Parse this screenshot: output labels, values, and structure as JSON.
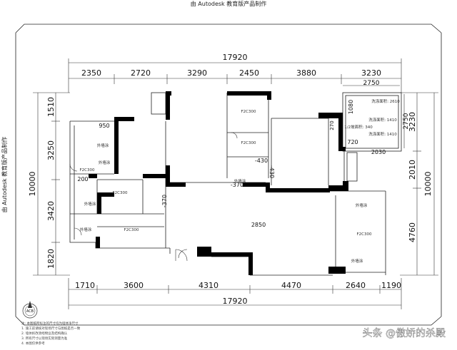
{
  "watermark": {
    "top": "由 Autodesk 教育版产品制作",
    "left": "由 Autodesk 教育版产品制作"
  },
  "dimensions": {
    "top_total": "17920",
    "top_segments": [
      "2350",
      "2720",
      "3290",
      "2450",
      "3880",
      "3230"
    ],
    "top_sub": "2750",
    "bottom_total": "17920",
    "bottom_segments": [
      "1710",
      "3600",
      "4310",
      "4470",
      "2640",
      "1190"
    ],
    "left_total": "10000",
    "left_segments": [
      "1510",
      "3250",
      "3420",
      "1820"
    ],
    "right_total": "10000",
    "right_segments": [
      "3230",
      "2010",
      "4760"
    ],
    "right_inner": "2750"
  },
  "annotations": {
    "w950": "950",
    "w200": "200",
    "m430": "-430",
    "m430b": "-430",
    "m370a": "-370",
    "m370b": "-370",
    "h2850": "2850",
    "d1080": "1080",
    "d270": "270",
    "d720": "720",
    "d2030": "2030"
  },
  "room_labels": [
    "F2C300",
    "F2C300",
    "F2C300",
    "F2C300",
    "F2C300",
    "F2C300",
    "外墙涂",
    "外墙涂",
    "外墙涂",
    "外墙涂",
    "外墙涂",
    "外墙涂",
    "外墙涂",
    "洗涤面积: 2610",
    "洗涤面积: 1410",
    "洗涤面积: 1410",
    "1/2坡面积: 340"
  ],
  "compass": "ACB",
  "notes": [
    "注: 本图纸所标注的尺寸均为墙体净尺寸",
    "1. 施工前请核对现场尺寸与图纸是否一致",
    "2. 墙体拆改须经物业及结构确认",
    "3. 所有尺寸以现场实际测量为准",
    "4. 本图仅供参考"
  ],
  "brand": "头条 @傲娇的杀殿"
}
